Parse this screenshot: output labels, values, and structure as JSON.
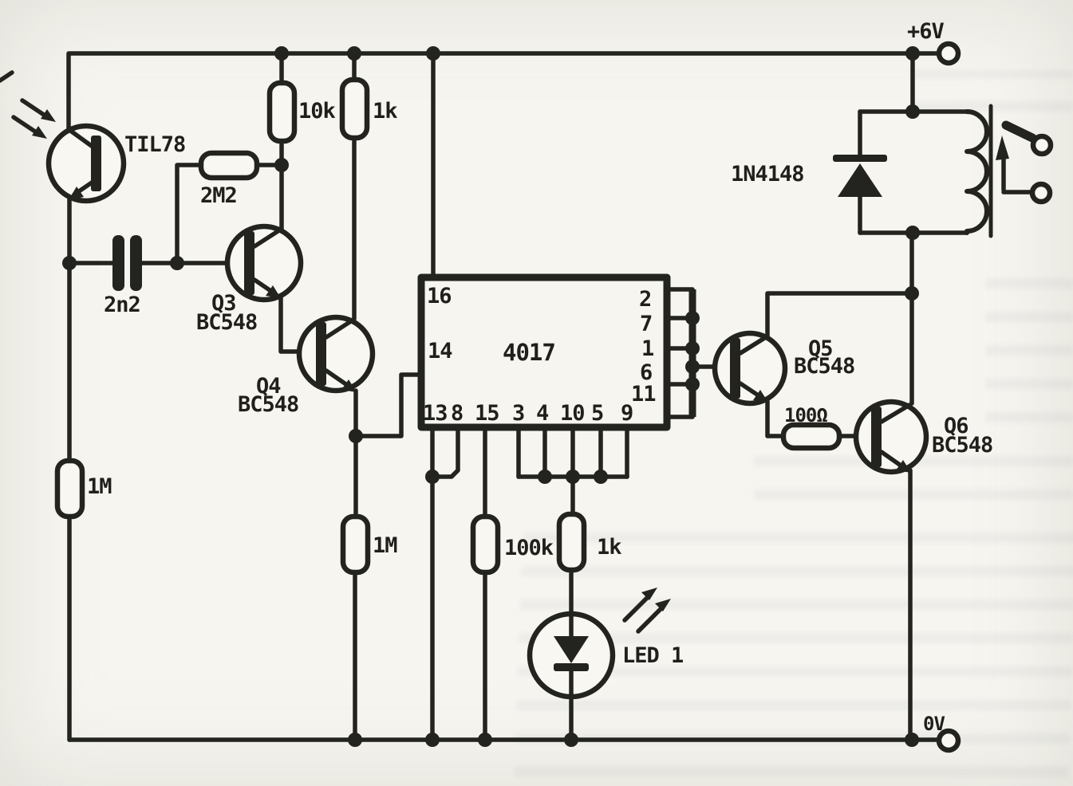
{
  "power": {
    "vcc": "+6V",
    "gnd": "0V"
  },
  "ic": {
    "part": "4017",
    "pin_top_left": "16",
    "pin_left": "14",
    "pins_bottom": [
      "13",
      "8",
      "15",
      "3",
      "4",
      "10",
      "5",
      "9"
    ],
    "pins_right": [
      "2",
      "7",
      "1",
      "6",
      "11"
    ]
  },
  "transistors": {
    "photo": {
      "part": "TIL78"
    },
    "q3": {
      "ref": "Q3",
      "part": "BC548"
    },
    "q4": {
      "ref": "Q4",
      "part": "BC548"
    },
    "q5": {
      "ref": "Q5",
      "part": "BC548"
    },
    "q6": {
      "ref": "Q6",
      "part": "BC548"
    }
  },
  "resistors": {
    "r_10k": "10k",
    "r_1k_top": "1k",
    "r_2m2": "2M2",
    "r_1m_left": "1M",
    "r_1m_mid": "1M",
    "r_100k": "100k",
    "r_1k_led": "1k",
    "r_100r": "100Ω"
  },
  "capacitors": {
    "c_2n2": "2n2"
  },
  "diodes": {
    "d1": "1N4148",
    "led": "LED 1"
  },
  "colors": {
    "ink": "#23231f",
    "paper": "#f6f5f0"
  }
}
